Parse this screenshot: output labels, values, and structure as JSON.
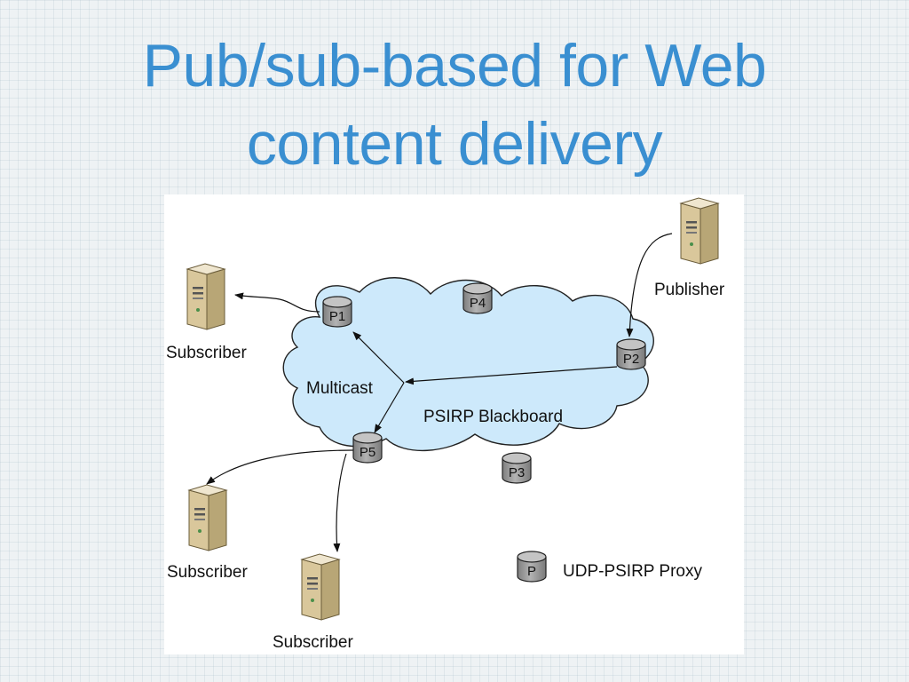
{
  "slide": {
    "title_line1": "Pub/sub-based for Web",
    "title_line2": "content delivery"
  },
  "diagram": {
    "cloud_label": "PSIRP Blackboard",
    "multicast_label": "Multicast",
    "publisher_label": "Publisher",
    "subscribers": [
      "Subscriber",
      "Subscriber",
      "Subscriber"
    ],
    "proxies": [
      "P1",
      "P2",
      "P3",
      "P4",
      "P5"
    ],
    "legend": {
      "symbol": "P",
      "label": "UDP-PSIRP Proxy"
    },
    "colors": {
      "cloud_fill": "#cde9fb",
      "cloud_stroke": "#222222",
      "proxy_fill": "#9c9c9c",
      "title": "#3a8fd1"
    },
    "icons": {
      "server": "server-icon",
      "proxy": "cylinder-icon"
    }
  }
}
